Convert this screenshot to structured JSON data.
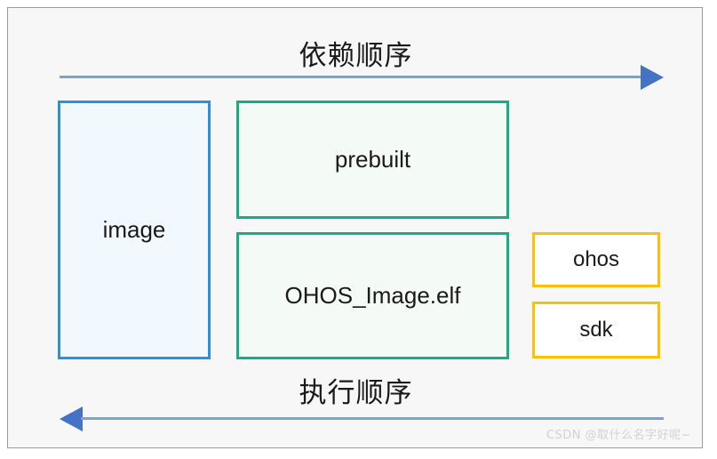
{
  "diagram": {
    "title_top": "依赖顺序",
    "title_bottom": "执行顺序",
    "watermark": "CSDN @取什么名字好呢~",
    "background_color": "#f7f7f7",
    "frame_border_color": "#9a9a9a"
  },
  "arrows": [
    {
      "name": "dependency-order-arrow",
      "label": "依赖顺序",
      "direction": "right",
      "line_color": "#7f9fd9",
      "head_color": "#4472c4"
    },
    {
      "name": "execution-order-arrow",
      "label": "执行顺序",
      "direction": "left",
      "line_color": "#7f9fd9",
      "head_color": "#4472c4"
    }
  ],
  "nodes": {
    "image": {
      "label": "image",
      "border_color": "#2d8fdd",
      "fill_color": "#f1f8fe"
    },
    "prebuilt": {
      "label": "prebuilt",
      "border_color": "#16ad85",
      "fill_color": "#f4faf5"
    },
    "ohos_image_elf": {
      "label": "OHOS_Image.elf",
      "border_color": "#16ad85",
      "fill_color": "#f4faf5"
    },
    "ohos": {
      "label": "ohos",
      "border_color": "#ffc000",
      "fill_color": "#ffffff"
    },
    "sdk": {
      "label": "sdk",
      "border_color": "#ffc000",
      "fill_color": "#ffffff"
    }
  }
}
